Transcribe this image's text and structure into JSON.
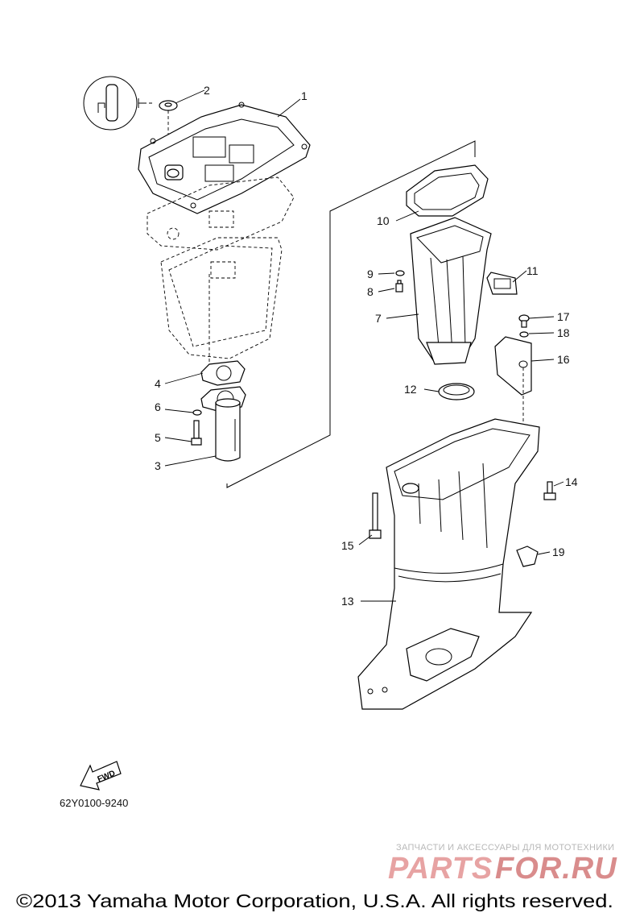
{
  "diagram": {
    "callouts": [
      {
        "id": "c1",
        "label": "1"
      },
      {
        "id": "c2",
        "label": "2"
      },
      {
        "id": "c3",
        "label": "3"
      },
      {
        "id": "c4",
        "label": "4"
      },
      {
        "id": "c5",
        "label": "5"
      },
      {
        "id": "c6",
        "label": "6"
      },
      {
        "id": "c7",
        "label": "7"
      },
      {
        "id": "c8",
        "label": "8"
      },
      {
        "id": "c9",
        "label": "9"
      },
      {
        "id": "c10",
        "label": "10"
      },
      {
        "id": "c11",
        "label": "11"
      },
      {
        "id": "c12",
        "label": "12"
      },
      {
        "id": "c13",
        "label": "13"
      },
      {
        "id": "c14",
        "label": "14"
      },
      {
        "id": "c15",
        "label": "15"
      },
      {
        "id": "c16",
        "label": "16"
      },
      {
        "id": "c17",
        "label": "17"
      },
      {
        "id": "c18",
        "label": "18"
      },
      {
        "id": "c19",
        "label": "19"
      }
    ],
    "fwd_label": "FWD",
    "drawing_code": "62Y0100-9240"
  },
  "watermark": {
    "tagline": "ЗАПЧАСТИ И АКСЕССУАРЫ ДЛЯ МОТОТЕХНИКИ",
    "logo_part1": "PARTS",
    "logo_part2": "FOR.RU",
    "logo_color": "#e7a3a3",
    "logo_color2": "#d98c8c"
  },
  "footer": {
    "copyright": "©2013 Yamaha Motor Corporation, U.S.A. All rights reserved."
  }
}
